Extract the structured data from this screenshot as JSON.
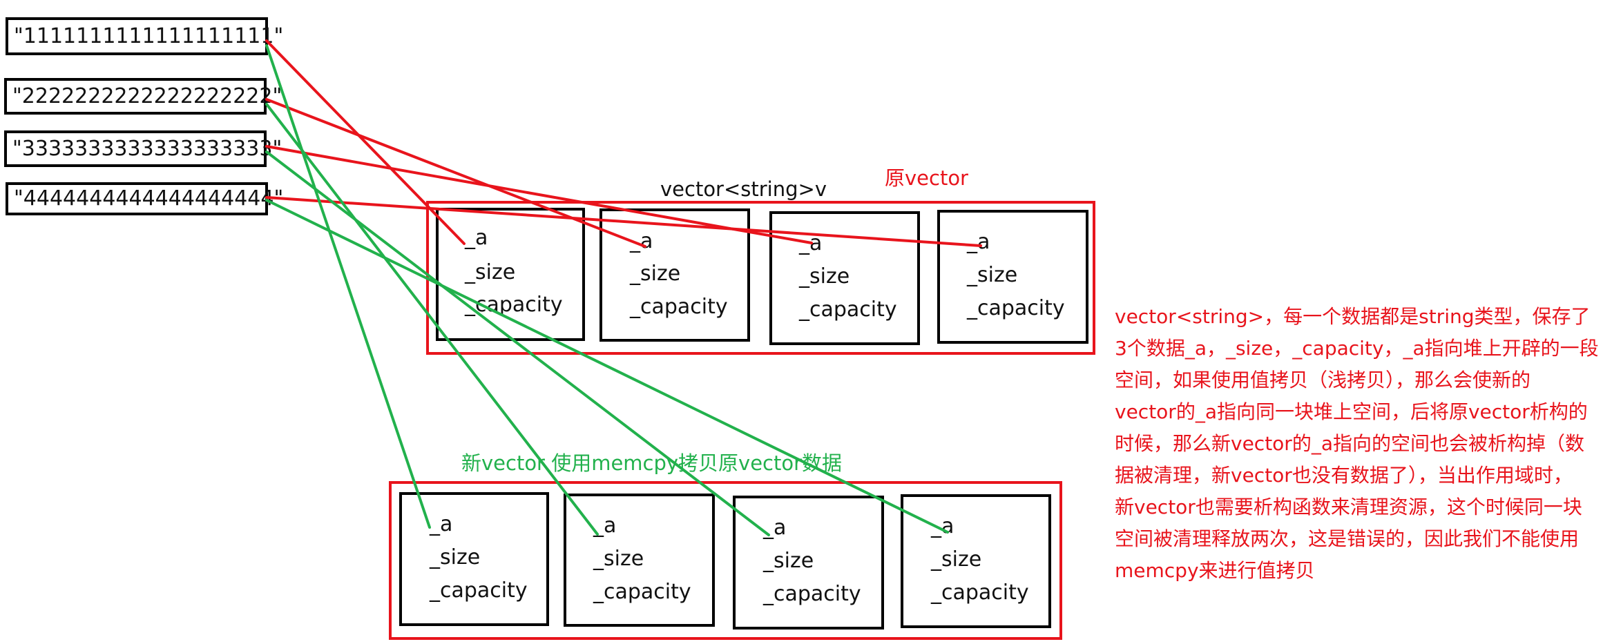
{
  "strings": [
    "\"1111111111111111111\"",
    "\"2222222222222222222\"",
    "\"3333333333333333333\"",
    "\"4444444444444444444\""
  ],
  "original": {
    "title": "vector<string>v",
    "label": "原vector",
    "cells": [
      {
        "a": "_a",
        "size": "_size",
        "capacity": "_capacity"
      },
      {
        "a": "_a",
        "size": "_size",
        "capacity": "_capacity"
      },
      {
        "a": "_a",
        "size": "_size",
        "capacity": "_capacity"
      },
      {
        "a": "_a",
        "size": "_size",
        "capacity": "_capacity"
      }
    ]
  },
  "copy": {
    "label": "新vector 使用memcpy拷贝原vector数据",
    "cells": [
      {
        "a": "_a",
        "size": "_size",
        "capacity": "_capacity"
      },
      {
        "a": "_a",
        "size": "_size",
        "capacity": "_capacity"
      },
      {
        "a": "_a",
        "size": "_size",
        "capacity": "_capacity"
      },
      {
        "a": "_a",
        "size": "_size",
        "capacity": "_capacity"
      }
    ]
  },
  "note_lines": [
    "vector<string>，每一个数据都是string类型，保存了",
    "3个数据_a，_size，_capacity，_a指向堆上开辟的一段",
    "空间，如果使用值拷贝（浅拷贝），那么会使新的",
    "vector的_a指向同一块堆上空间，后将原vector析构的",
    "时候，那么新vector的_a指向的空间也会被析构掉（数",
    "据被清理，新vector也没有数据了），当出作用域时，",
    "新vector也需要析构函数来清理资源，这个时候同一块",
    "空间被清理释放两次，这是错误的，因此我们不能使用",
    "memcpy来进行值拷贝"
  ],
  "colors": {
    "red": "#e8141c",
    "green": "#22b14c",
    "black": "#000000"
  }
}
